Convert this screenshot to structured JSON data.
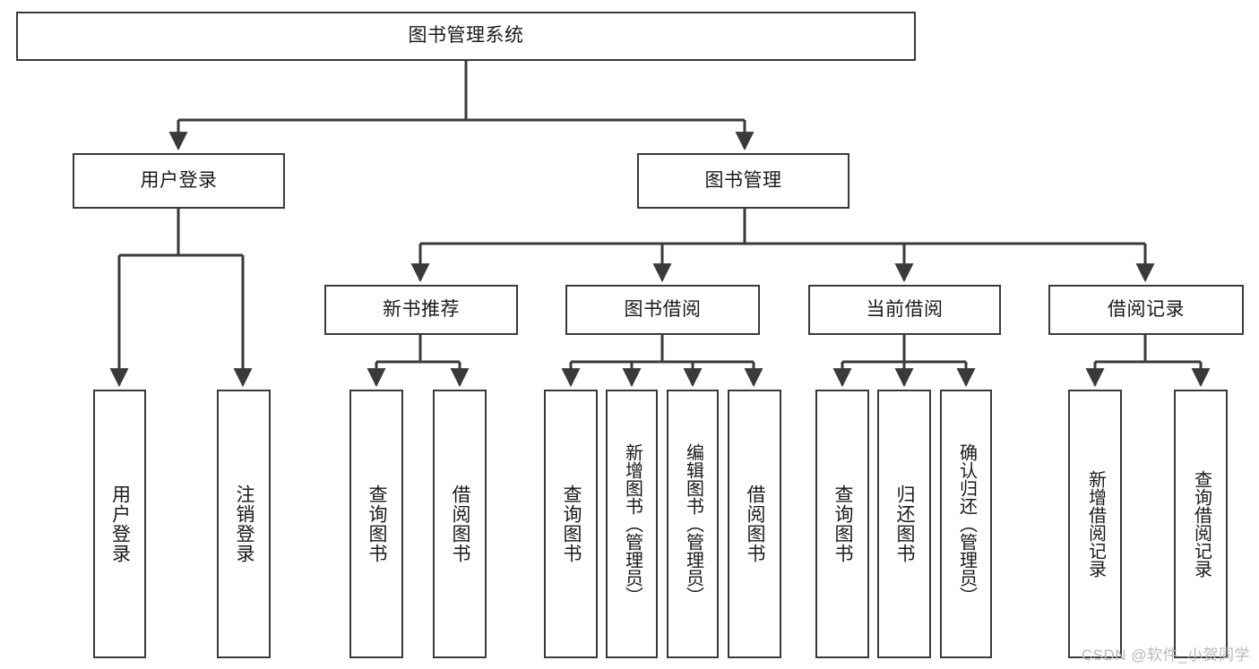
{
  "diagram": {
    "title": "图书管理系统",
    "type": "tree",
    "orientation": "top-down",
    "colors": {
      "box_border": "#3a3a3a",
      "box_fill": "#ffffff",
      "edge": "#3a3a3a",
      "text": "#1a1a1a",
      "watermark": "#b9b9b9"
    },
    "root": {
      "id": "root",
      "label": "图书管理系统"
    },
    "level2": [
      {
        "id": "user-login",
        "label": "用户登录"
      },
      {
        "id": "book-manage",
        "label": "图书管理"
      }
    ],
    "level3": [
      {
        "id": "new-book-recommend",
        "label": "新书推荐",
        "parent": "book-manage"
      },
      {
        "id": "book-borrow",
        "label": "图书借阅",
        "parent": "book-manage"
      },
      {
        "id": "current-borrow",
        "label": "当前借阅",
        "parent": "book-manage"
      },
      {
        "id": "borrow-record",
        "label": "借阅记录",
        "parent": "book-manage"
      }
    ],
    "leaves": [
      {
        "id": "leaf-user-login",
        "label": "用户登录",
        "parent": "user-login"
      },
      {
        "id": "leaf-user-logout",
        "label": "注销登录",
        "parent": "user-login"
      },
      {
        "id": "leaf-query-book-1",
        "label": "查询图书",
        "parent": "new-book-recommend"
      },
      {
        "id": "leaf-borrow-book-1",
        "label": "借阅图书",
        "parent": "new-book-recommend"
      },
      {
        "id": "leaf-query-book-2",
        "label": "查询图书",
        "parent": "book-borrow"
      },
      {
        "id": "leaf-add-book",
        "label": "新增图书（管理员）",
        "parent": "book-borrow"
      },
      {
        "id": "leaf-edit-book",
        "label": "编辑图书（管理员）",
        "parent": "book-borrow"
      },
      {
        "id": "leaf-borrow-book-2",
        "label": "借阅图书",
        "parent": "book-borrow"
      },
      {
        "id": "leaf-query-book-3",
        "label": "查询图书",
        "parent": "current-borrow"
      },
      {
        "id": "leaf-return-book",
        "label": "归还图书",
        "parent": "current-borrow"
      },
      {
        "id": "leaf-confirm-return",
        "label": "确认归还（管理员）",
        "parent": "current-borrow"
      },
      {
        "id": "leaf-add-record",
        "label": "新增借阅记录",
        "parent": "borrow-record"
      },
      {
        "id": "leaf-query-record",
        "label": "查询借阅记录",
        "parent": "borrow-record"
      }
    ]
  },
  "watermark": {
    "text": "CSDN @软件_小贺同学"
  }
}
